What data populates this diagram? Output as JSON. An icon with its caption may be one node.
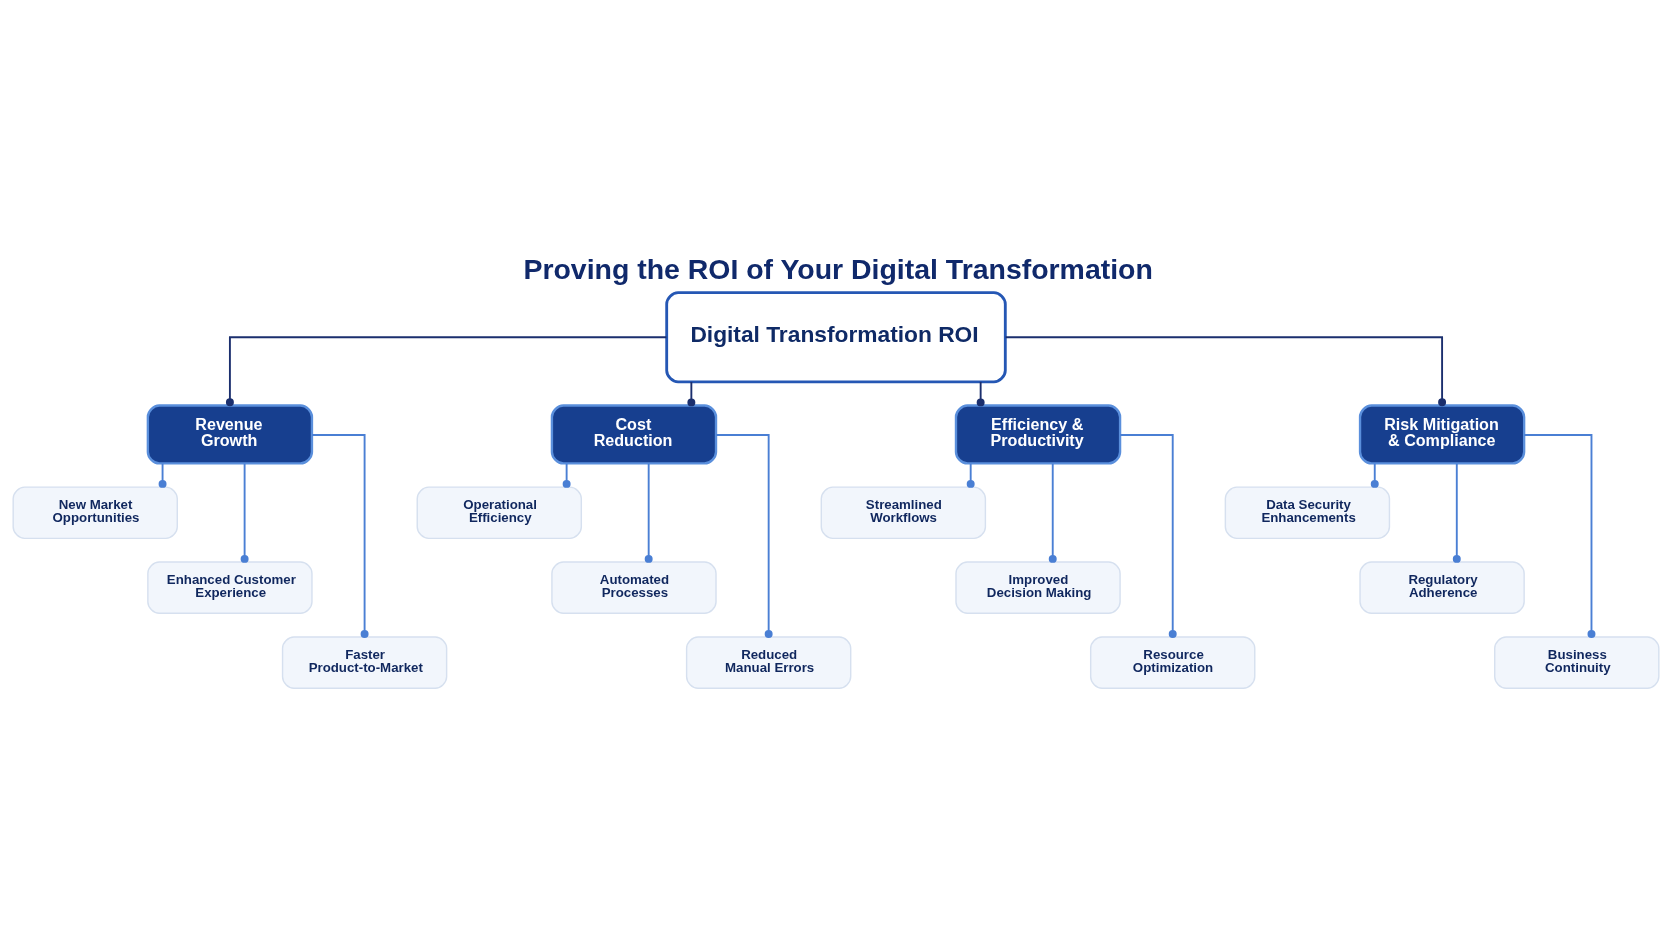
{
  "diagram": {
    "title": "Proving the ROI of Your Digital Transformation",
    "nodes": [
      {
        "text": [
          "Digital Transformation ROI"
        ]
      },
      {
        "text": [
          "Revenue Growth"
        ]
      },
      {
        "text": [
          "Cost Reduction"
        ]
      },
      {
        "text": [
          "Efficiency & Productivity"
        ]
      },
      {
        "text": [
          "Risk Mitigation & Compliance"
        ]
      },
      {
        "text": [
          "New Market Opportunities"
        ]
      },
      {
        "text": [
          "Enhanced Customer Experience"
        ]
      },
      {
        "text": [
          "Faster Product-to-Market"
        ]
      },
      {
        "text": [
          "Operational Efficiency"
        ]
      },
      {
        "text": [
          "Automated Processes"
        ]
      },
      {
        "text": [
          "Reduced Manual Errors"
        ]
      },
      {
        "text": [
          "Streamlined Workflows"
        ]
      },
      {
        "text": [
          "Improved Decision Making"
        ]
      },
      {
        "text": [
          "Resource Optimization"
        ]
      },
      {
        "text": [
          "Data Security Enhancements"
        ]
      },
      {
        "text": [
          "Regulatory Adherence"
        ]
      },
      {
        "text": [
          "Business Continuity"
        ]
      }
    ],
    "edges": [
      {
        "from": 0,
        "to": 1,
        "arrow": "other",
        "color": "#1b2f6e"
      },
      {
        "from": 0,
        "to": 2,
        "arrow": "other",
        "color": "#1b2f6e"
      },
      {
        "from": 0,
        "to": 3,
        "arrow": "other",
        "color": "#1b2f6e"
      },
      {
        "from": 0,
        "to": 4,
        "arrow": "other",
        "color": "#1b2f6e"
      },
      {
        "from": 1,
        "to": 5,
        "arrow": "other"
      },
      {
        "from": 1,
        "to": 6,
        "arrow": "other"
      },
      {
        "from": 1,
        "to": 7,
        "arrow": "other"
      },
      {
        "from": 2,
        "to": 8,
        "arrow": "other"
      },
      {
        "from": 2,
        "to": 9,
        "arrow": "other"
      },
      {
        "from": 2,
        "to": 10,
        "arrow": "other"
      },
      {
        "from": 3,
        "to": 11,
        "arrow": "other"
      },
      {
        "from": 3,
        "to": 12,
        "arrow": "other"
      },
      {
        "from": 3,
        "to": 13,
        "arrow": "other"
      },
      {
        "from": 4,
        "to": 14,
        "arrow": "other"
      },
      {
        "from": 4,
        "to": 15,
        "arrow": "other"
      },
      {
        "from": 4,
        "to": 16,
        "arrow": "other"
      }
    ]
  }
}
